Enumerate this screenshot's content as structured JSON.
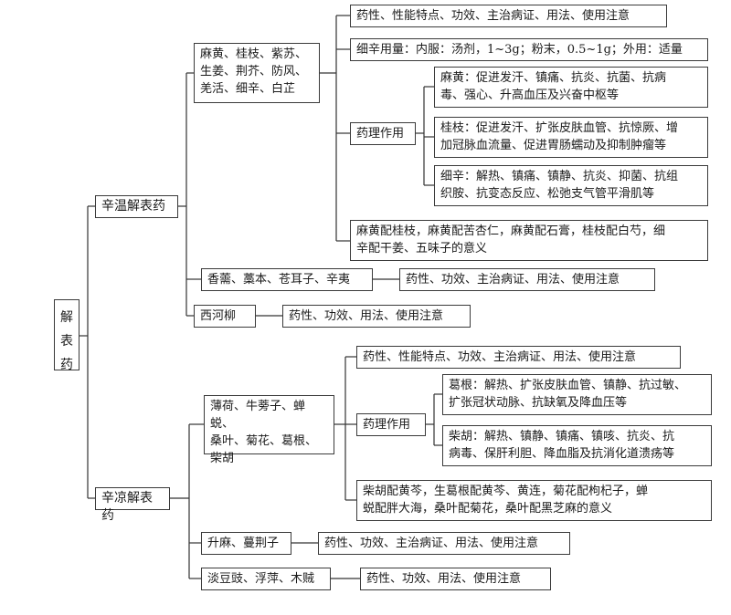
{
  "root": {
    "text": "解\n表\n药"
  },
  "warm": {
    "label": "辛温解表药",
    "group1": {
      "label": "麻黄、桂枝、紫苏、\n生姜、荆芥、防风、\n羌活、细辛、白芷",
      "props": "药性、性能特点、功效、主治病证、用法、使用注意",
      "dosage": "细辛用量：内服：汤剂，1~3g；粉末，0.5~1g；外用：适量",
      "pharm_label": "药理作用",
      "pharm_mahuang": "麻黄：促进发汗、镇痛、抗炎、抗菌、抗病\n毒、强心、升高血压及兴奋中枢等",
      "pharm_guizhi": "桂枝：促进发汗、扩张皮肤血管、抗惊厥、增\n加冠脉血流量、促进胃肠蠕动及抑制肿瘤等",
      "pharm_xixin": "细辛：解热、镇痛、镇静、抗炎、抑菌、抗组\n织胺、抗变态反应、松弛支气管平滑肌等",
      "pairs": "麻黄配桂枝，麻黄配苦杏仁，麻黄配石膏，桂枝配白芍，细\n辛配干姜、五味子的意义"
    },
    "group2": {
      "label": "香薷、藁本、苍耳子、辛夷",
      "props": "药性、功效、主治病证、用法、使用注意"
    },
    "group3": {
      "label": "西河柳",
      "props": "药性、功效、用法、使用注意"
    }
  },
  "cool": {
    "label": "辛凉解表药",
    "group1": {
      "label": "薄荷、牛蒡子、蝉蜕、\n桑叶、菊花、葛根、\n柴胡",
      "props": "药性、性能特点、功效、主治病证、用法、使用注意",
      "pharm_label": "药理作用",
      "pharm_gegen": "葛根：解热、扩张皮肤血管、镇静、抗过敏、\n扩张冠状动脉、抗缺氧及降血压等",
      "pharm_chaihu": "柴胡：解热、镇静、镇痛、镇咳、抗炎、抗\n病毒、保肝利胆、降血脂及抗消化道溃疡等",
      "pairs": "柴胡配黄芩，生葛根配黄芩、黄连，菊花配枸杞子，蝉\n蜕配胖大海，桑叶配菊花，桑叶配黑芝麻的意义"
    },
    "group2": {
      "label": "升麻、蔓荆子",
      "props": "药性、功效、主治病证、用法、使用注意"
    },
    "group3": {
      "label": "淡豆豉、浮萍、木贼",
      "props": "药性、功效、用法、使用注意"
    }
  }
}
